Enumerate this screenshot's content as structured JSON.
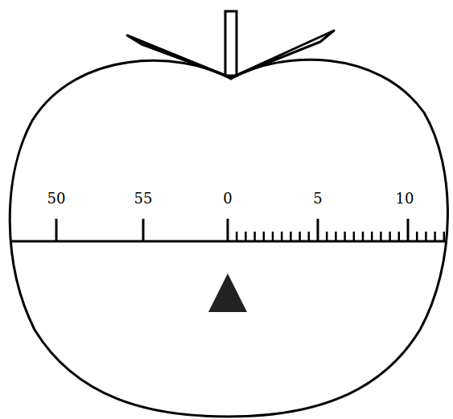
{
  "diagram": {
    "labels": [
      "50",
      "55",
      "0",
      "5",
      "10"
    ]
  }
}
